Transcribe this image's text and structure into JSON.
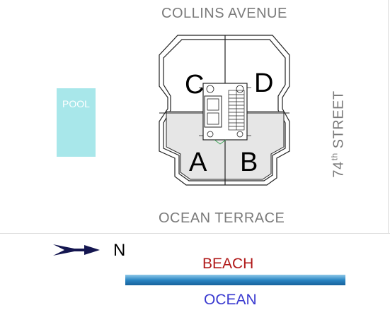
{
  "streets": {
    "north": "COLLINS AVENUE",
    "south": "OCEAN TERRACE",
    "east_number": "74",
    "east_suffix": "th",
    "east_word": "STREET"
  },
  "pool": {
    "label": "POOL"
  },
  "units": {
    "a": "A",
    "b": "B",
    "c": "C",
    "d": "D"
  },
  "compass": {
    "label": "N",
    "icon": "north-arrow-icon"
  },
  "beach": {
    "label": "BEACH"
  },
  "ocean": {
    "label": "OCEAN"
  },
  "colors": {
    "pool": "#a8e7ea",
    "beach_text": "#b01818",
    "ocean_text": "#3a3ad0",
    "street_text": "#7a7a7a",
    "arrow": "#141650",
    "corridor": "#e6e6e6"
  }
}
